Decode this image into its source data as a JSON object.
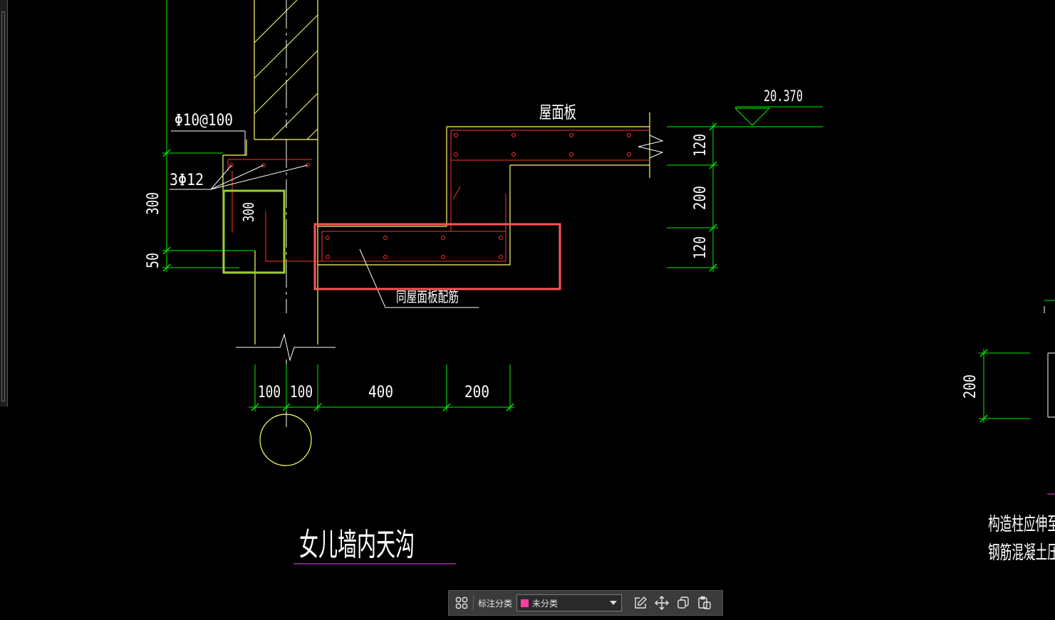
{
  "drawing": {
    "texts": {
      "rebar_stirrup": "Φ10@100",
      "rebar_main": "3Φ12",
      "roof_slab": "屋面板",
      "elevation": "20.370",
      "same_as_slab": "同屋面板配筋",
      "title": "女儿墙内天沟",
      "note_line1": "构造柱应伸至",
      "note_line2": "钢筋混凝土压"
    },
    "dimensions": {
      "left_300": "300",
      "left_50": "50",
      "inner_300": "300",
      "right_120_top": "120",
      "right_200": "200",
      "right_120_bottom": "120",
      "bottom_100_a": "100",
      "bottom_100_b": "100",
      "bottom_400": "400",
      "bottom_200": "200",
      "far_right_200": "200"
    },
    "colors": {
      "background": "#000000",
      "outline": "#ffff66",
      "dimension": "#00ee00",
      "rebar": "#ff3333",
      "highlight_red": "#ff5555",
      "highlight_green": "#9acd32",
      "title_underline": "#cc33cc",
      "text": "#ffffff"
    }
  },
  "toolbar": {
    "grid_icon": "grid-icon",
    "label": "标注分类",
    "select_value": "未分类",
    "select_color": "#ff3fa4",
    "icons": [
      "edit-icon",
      "move-icon",
      "copy-icon",
      "paste-icon"
    ]
  }
}
